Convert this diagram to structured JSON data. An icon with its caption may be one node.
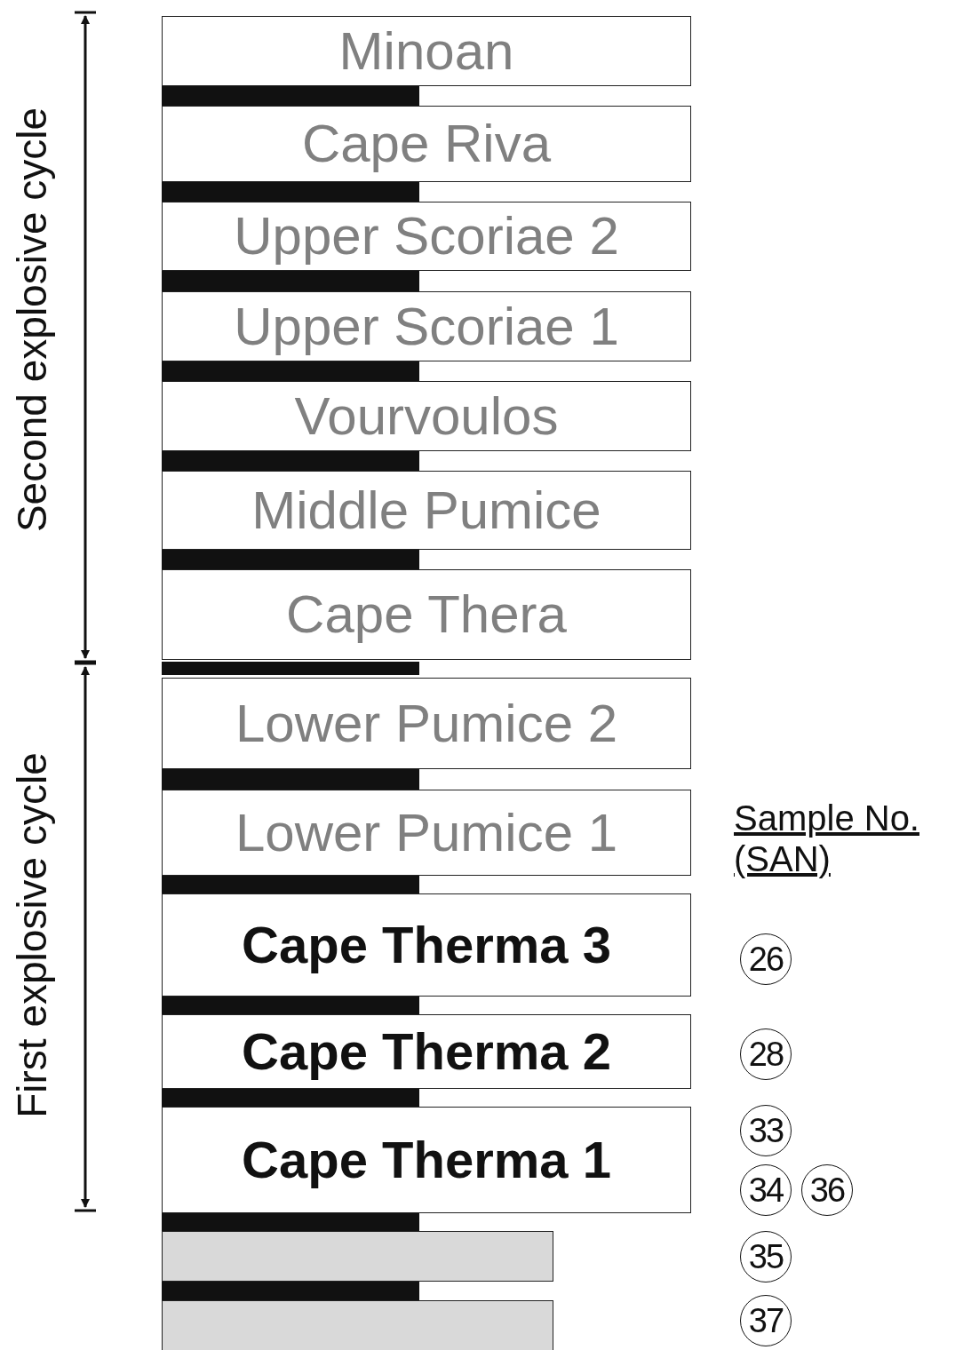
{
  "diagram": {
    "nodes": [
      {
        "text": [
          "Minoan"
        ]
      },
      {
        "text": [
          "Cape Riva"
        ]
      },
      {
        "text": [
          "Upper Scoriae 2"
        ]
      },
      {
        "text": [
          "Upper Scoriae 1"
        ]
      },
      {
        "text": [
          "Vourvoulos"
        ]
      },
      {
        "text": [
          "Middle Pumice"
        ]
      },
      {
        "text": [
          "Cape Thera"
        ]
      },
      {
        "text": [
          "Lower Pumice 2"
        ]
      },
      {
        "text": [
          "Lower Pumice 1"
        ]
      },
      {
        "text": [
          "Cape Therma 3"
        ]
      },
      {
        "text": [
          "Cape Therma 2"
        ]
      },
      {
        "text": [
          "Cape Therma 1"
        ]
      },
      {
        "text": [],
        "shape": "bar"
      },
      {
        "text": [],
        "shape": "bar"
      },
      {
        "text": [
          "26"
        ]
      },
      {
        "text": [
          "28"
        ]
      },
      {
        "text": [
          "33"
        ]
      },
      {
        "text": [
          "34"
        ]
      },
      {
        "text": [
          "36"
        ]
      },
      {
        "text": [
          "35"
        ]
      },
      {
        "text": [
          "37"
        ]
      }
    ],
    "edges": [],
    "labels": [
      "Second explosive cycle",
      "First explosive cycle",
      "Sample No. (SAN)"
    ]
  }
}
